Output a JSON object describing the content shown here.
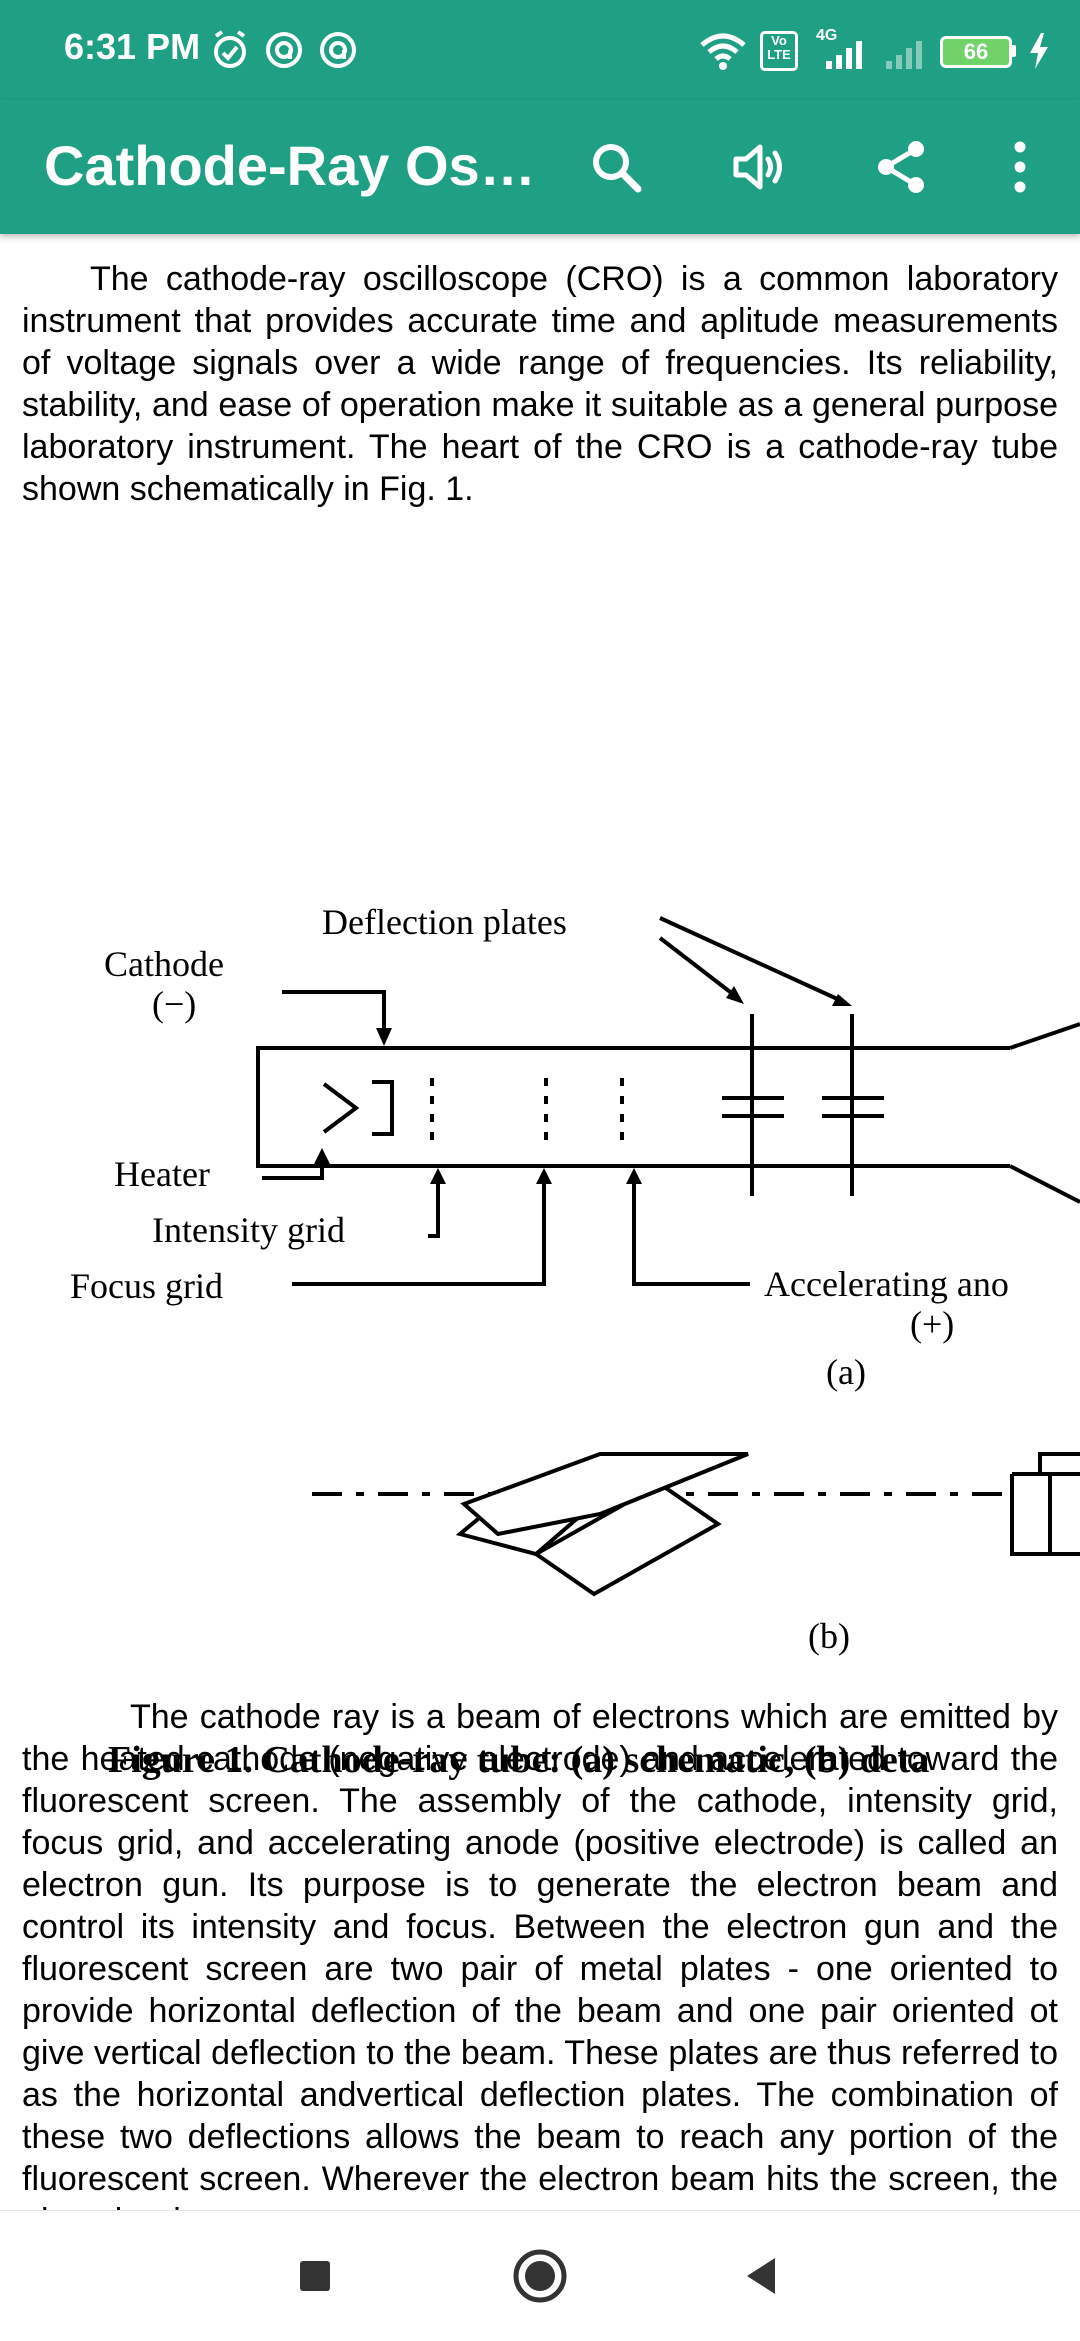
{
  "status_bar": {
    "time": "6:31 PM",
    "left_icons": [
      "alarm-icon",
      "app-notification-icon",
      "app-notification-icon"
    ],
    "right_icons": [
      "wifi-icon",
      "volte-icon",
      "signal-4g-icon",
      "signal-icon",
      "battery-icon",
      "charging-icon"
    ],
    "volte_label": "Vo LTE",
    "network_label": "4G",
    "battery_level": "66"
  },
  "app_bar": {
    "title": "Cathode-Ray Oscilloscope",
    "actions": [
      "search-icon",
      "speaker-icon",
      "share-icon",
      "more-vert-icon"
    ]
  },
  "content": {
    "paragraph_1": "The cathode-ray oscilloscope (CRO) is a common laboratory instrument that provides accurate time and aplitude measurements of voltage signals over a wide range of frequencies. Its reliability, stability, and ease of operation make it suitable as a general purpose laboratory instrument. The heart of the CRO is a cathode-ray tube shown schematically in Fig. 1.",
    "figure": {
      "labels": {
        "deflection_plates": "Deflection plates",
        "cathode": "Cathode",
        "cathode_sign": "(−)",
        "heater": "Heater",
        "intensity_grid": "Intensity grid",
        "focus_grid": "Focus grid",
        "accelerating_anode": "Accelerating ano",
        "anode_sign": "(+)",
        "part_a": "(a)",
        "part_b": "(b)"
      },
      "caption": "Figure 1.  Cathode-ray tube: (a) schematic, (b) deta"
    },
    "paragraph_2": "The cathode ray is a beam of electrons which are emitted by the heated cathode (negative electrode) and accelerated toward the fluorescent screen. The assembly of the cathode, intensity grid, focus grid, and accelerating anode (positive electrode) is called an electron gun. Its purpose is to generate the electron beam and control its intensity and focus. Between the electron gun and the fluorescent screen are two pair of metal plates - one oriented to provide horizontal deflection of the beam and one pair oriented ot give vertical deflection to the beam. These plates are thus referred to as the horizontal andvertical deflection plates. The combination of these two deflections allows the beam to reach any portion of the fluorescent screen. Wherever the electron beam hits the screen, the phosphor is"
  },
  "nav_bar": {
    "buttons": [
      "recent-apps-icon",
      "home-icon",
      "back-icon"
    ]
  },
  "colors": {
    "primary": "#1fa084",
    "text": "#000000",
    "background": "#ffffff"
  }
}
